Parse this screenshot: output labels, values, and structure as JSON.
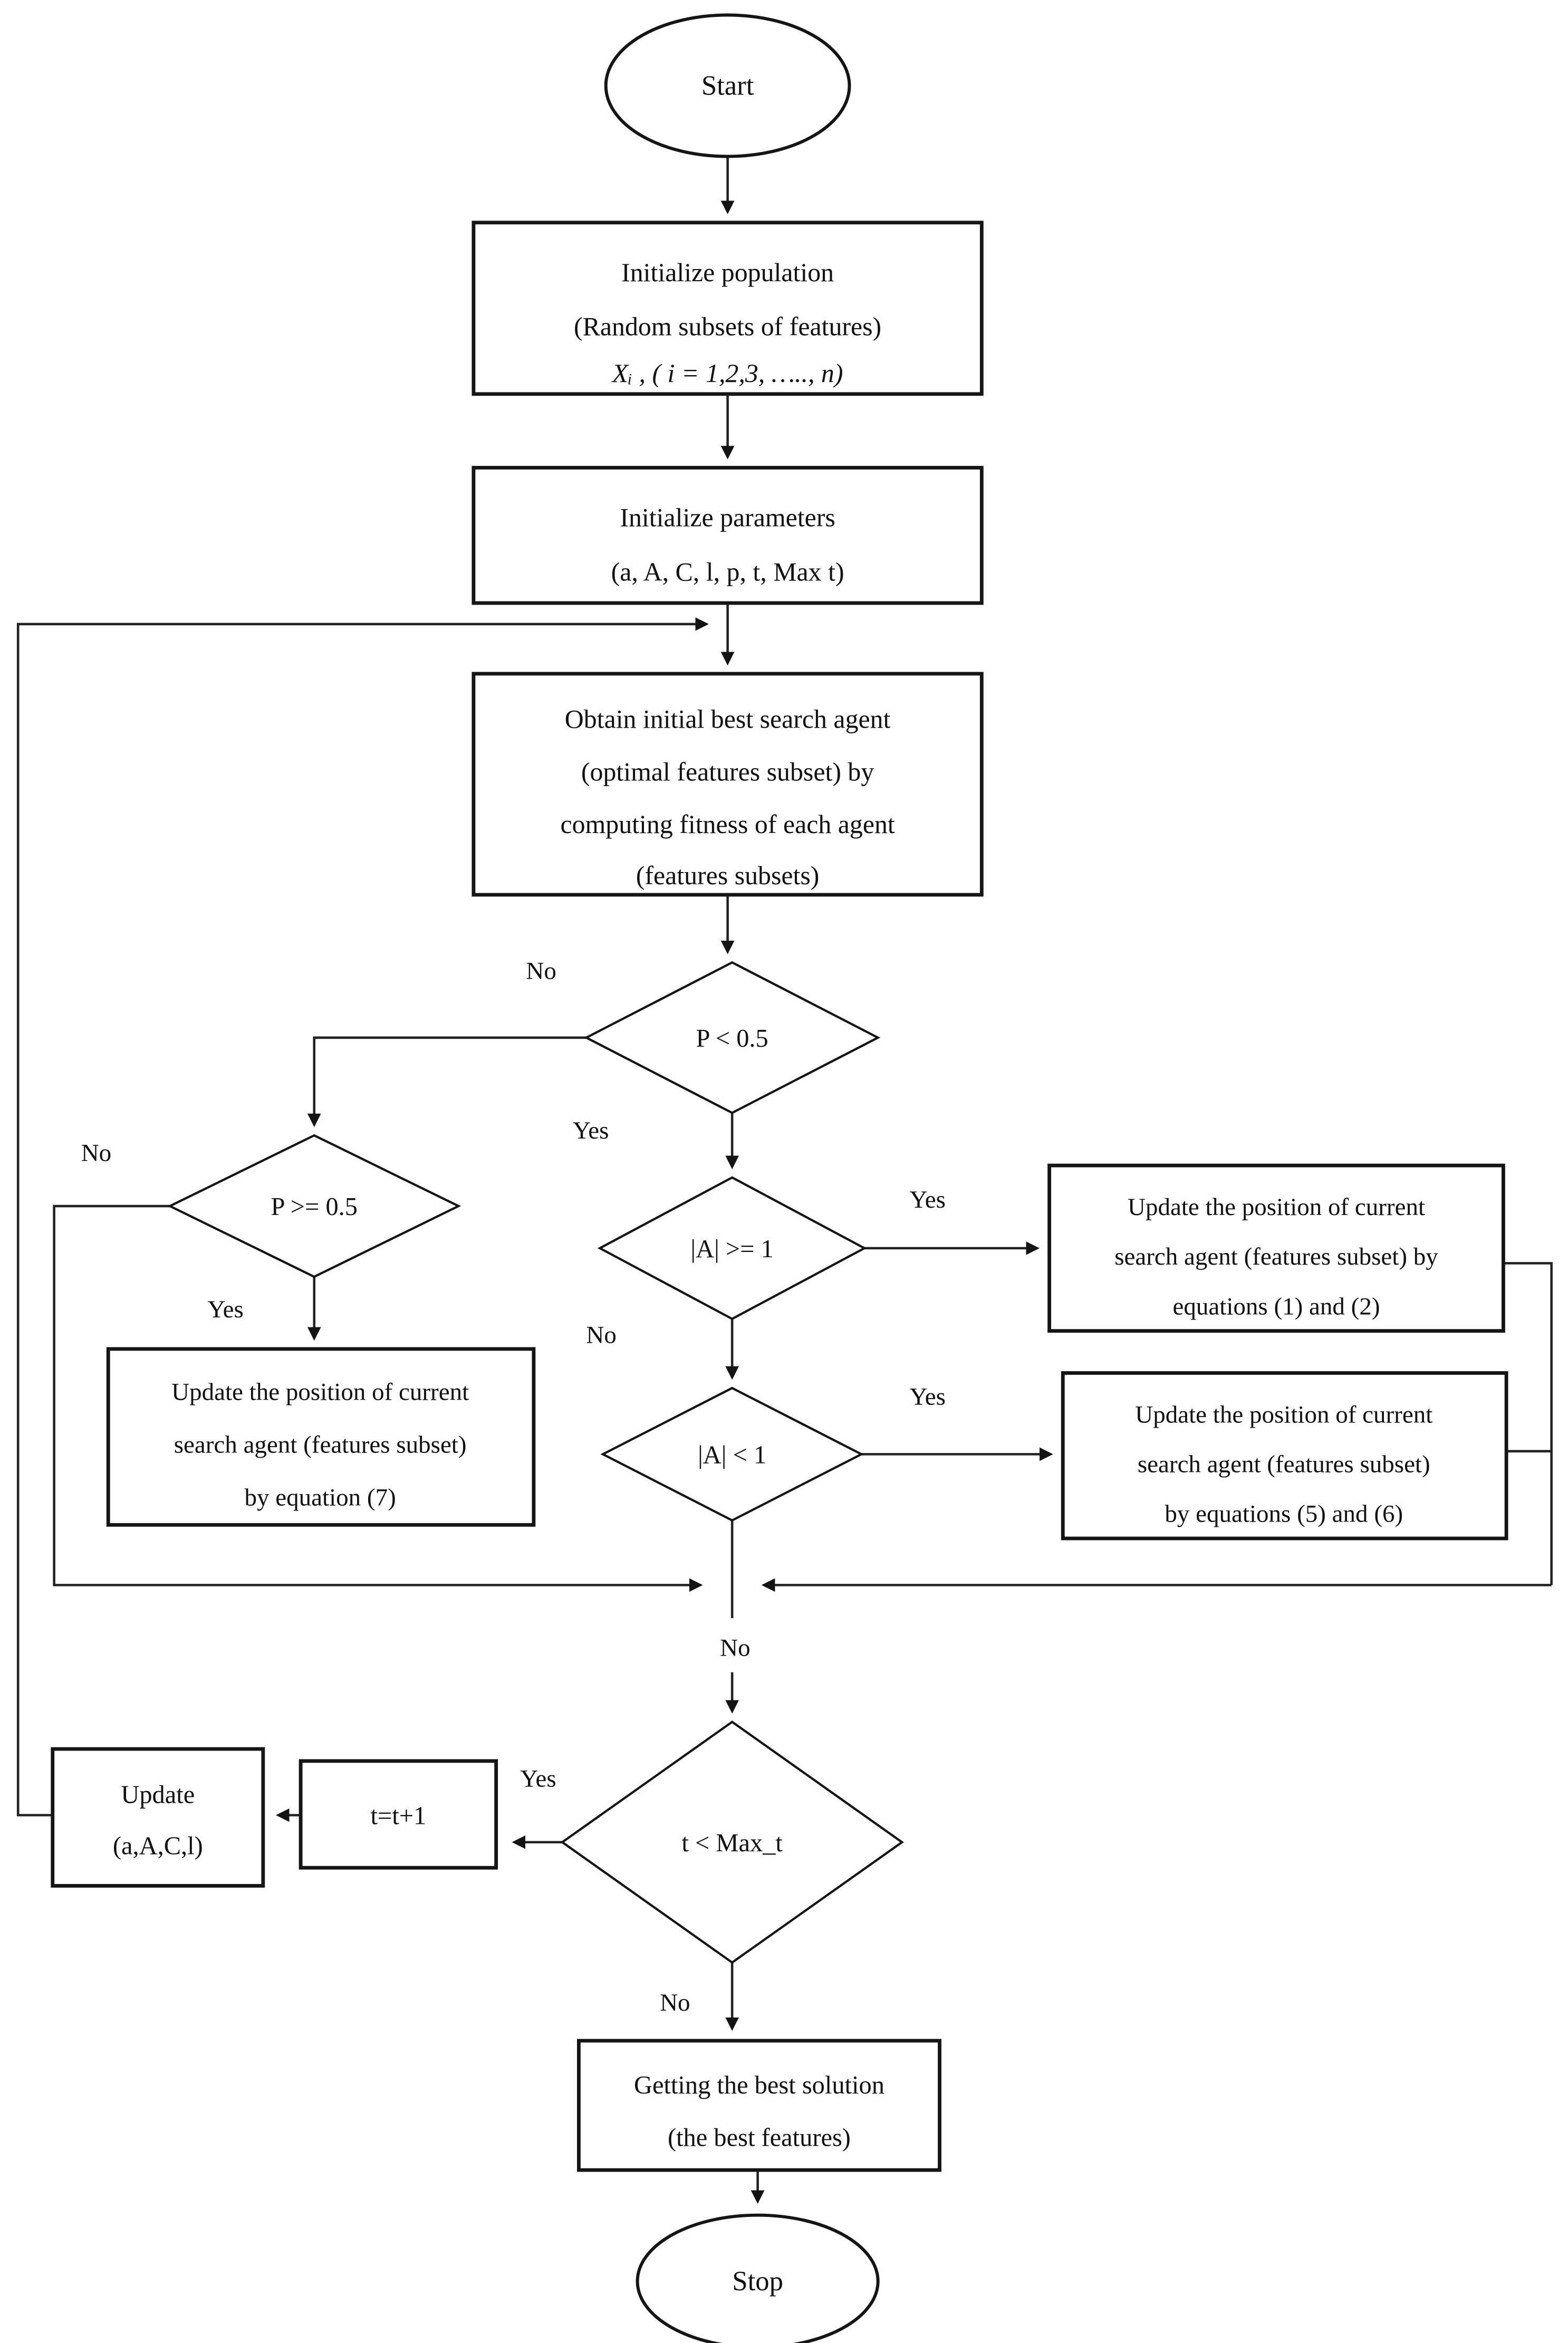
{
  "colors": {
    "background": "#ffffff",
    "ink": "#151515",
    "line": "#222222"
  },
  "nodes": {
    "start": {
      "label": "Start"
    },
    "init_population": {
      "lines": [
        "Initialize population",
        "(Random subsets of features)",
        "Xᵢ , ( i = 1,2,3, ….., n)"
      ]
    },
    "init_parameters": {
      "lines": [
        "Initialize parameters",
        "(a, A, C, l, p, t, Max  t)"
      ]
    },
    "obtain_best": {
      "lines": [
        "Obtain initial best search agent",
        "(optimal features subset) by",
        "computing fitness of each agent",
        "(features subsets)"
      ]
    },
    "p_less": {
      "label": "P < 0.5"
    },
    "p_greater_equal": {
      "label": "P >= 0.5"
    },
    "abs_a_greater_equal_1": {
      "label": "|A| >= 1"
    },
    "abs_a_less_1": {
      "label": "|A| < 1"
    },
    "update_eq_1_2": {
      "lines": [
        "Update the position of current",
        "search agent (features subset) by",
        "equations (1) and (2)"
      ]
    },
    "update_eq_5_6": {
      "lines": [
        "Update the position of current",
        "search agent (features subset)",
        "by equations (5) and (6)"
      ]
    },
    "update_eq_7": {
      "lines": [
        "Update the position of current",
        "search agent (features subset)",
        "by equation (7)"
      ]
    },
    "t_less_max": {
      "label": "t < Max_t"
    },
    "increment_t": {
      "label": "t=t+1"
    },
    "update_params": {
      "lines": [
        "Update",
        "(a,A,C,l)"
      ]
    },
    "best_solution": {
      "lines": [
        "Getting the best solution",
        "(the best features)"
      ]
    },
    "stop": {
      "label": "Stop"
    }
  },
  "edge_labels": {
    "p_less_no": "No",
    "p_less_yes": "Yes",
    "p_ge_no": "No",
    "p_ge_yes": "Yes",
    "a_ge_yes": "Yes",
    "a_ge_no": "No",
    "a_lt_yes": "Yes",
    "merge_no": "No",
    "t_less_yes": "Yes",
    "t_less_no": "No"
  }
}
